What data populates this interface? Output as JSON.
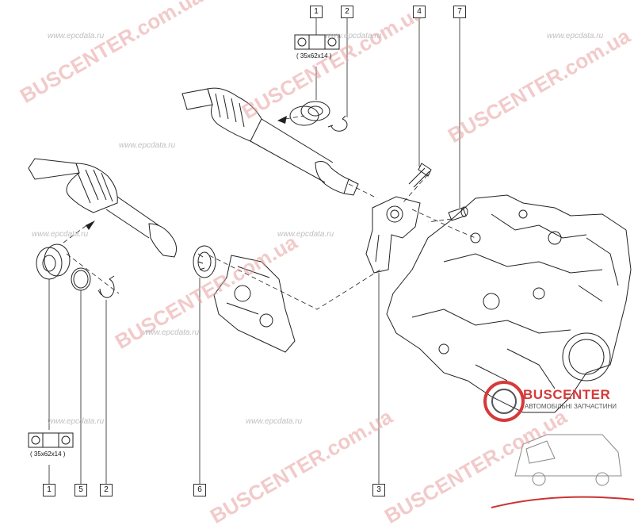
{
  "callouts": {
    "top_1": "1",
    "top_2": "2",
    "top_4": "4",
    "top_7": "7",
    "bottom_1": "1",
    "bottom_5": "5",
    "bottom_2": "2",
    "bottom_6": "6",
    "bottom_3": "3"
  },
  "bearing_spec_top": "( 35x62x14 )",
  "bearing_spec_bottom": "( 35x62x14 )",
  "watermarks": {
    "main": "BUSCENTER.com.ua",
    "site": "www.epcdata.ru"
  },
  "brand": {
    "name": "BUSCENTER",
    "tagline": "АВТОМОБІЛЬНІ ЗАПЧАСТИНИ"
  },
  "colors": {
    "line": "#222222",
    "watermark": "#e9a0a0",
    "brand": "#d43a3a"
  }
}
